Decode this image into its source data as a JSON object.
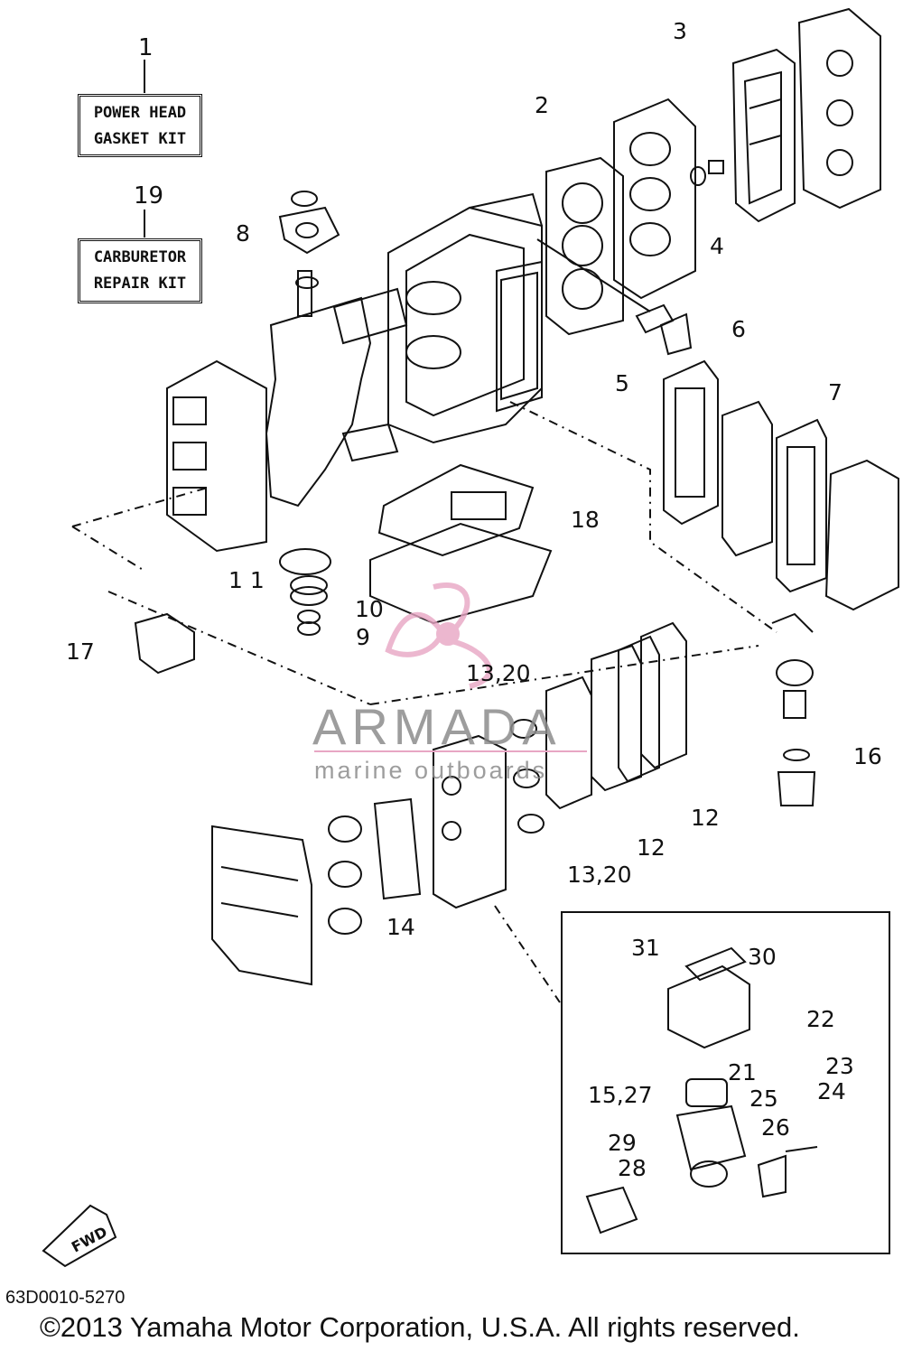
{
  "kits": {
    "power_head": {
      "number": "1",
      "line1": "POWER HEAD",
      "line2": "GASKET KIT"
    },
    "carburetor": {
      "number": "19",
      "line1": "CARBURETOR",
      "line2": "REPAIR KIT"
    }
  },
  "callouts": {
    "c2": "2",
    "c3": "3",
    "c4": "4",
    "c5": "5",
    "c6": "6",
    "c7": "7",
    "c8": "8",
    "c9": "9",
    "c10": "10",
    "c11": "1 1",
    "c12a": "12",
    "c12b": "12",
    "c13a": "13,20",
    "c13b": "13,20",
    "c14": "14",
    "c16": "16",
    "c17": "17",
    "c18": "18",
    "c21": "21",
    "c22": "22",
    "c23": "23",
    "c24": "24",
    "c25": "25",
    "c26": "26",
    "c27": "15,27",
    "c28": "28",
    "c29": "29",
    "c30": "30",
    "c31": "31"
  },
  "watermark": {
    "title": "ARMADA",
    "subtitle": "marine outboards",
    "color": "#e8a6c4"
  },
  "fwd_label": "FWD",
  "footer": {
    "code": "63D0010-5270",
    "copyright": "©2013 Yamaha Motor Corporation, U.S.A. All rights reserved."
  }
}
